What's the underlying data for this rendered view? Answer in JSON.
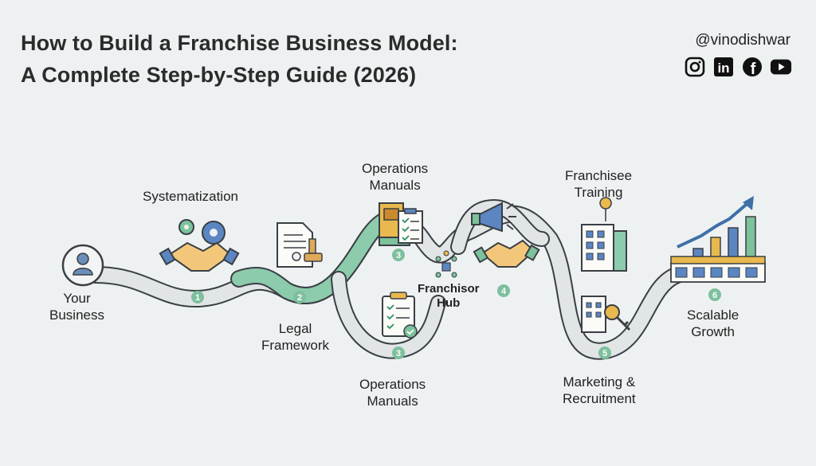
{
  "header": {
    "title_line1": "How to Build a Franchise Business Model:",
    "title_line2": "A Complete Step-by-Step Guide (2026)",
    "handle": "@vinodishwar"
  },
  "socials": [
    {
      "name": "instagram-icon"
    },
    {
      "name": "linkedin-icon",
      "text": "in"
    },
    {
      "name": "facebook-icon",
      "text": "f"
    },
    {
      "name": "youtube-icon"
    }
  ],
  "steps": {
    "your_business": [
      "Your",
      "Business"
    ],
    "systematization": "Systematization",
    "legal": [
      "Legal",
      "Framework"
    ],
    "ops_top": [
      "Operations",
      "Manuals"
    ],
    "ops_bottom": [
      "Operations",
      "Manuals"
    ],
    "hub": [
      "Franchisor",
      "Hub"
    ],
    "training": [
      "Franchisee",
      "Training"
    ],
    "marketing": [
      "Marketing &",
      "Recruitment"
    ],
    "growth": [
      "Scalable",
      "Growth"
    ]
  },
  "markers": [
    "1",
    "2",
    "3",
    "3",
    "4",
    "5",
    "6"
  ],
  "colors": {
    "road": "#dfe3e3",
    "road_edge": "#3a3f44",
    "road_accent": "#7fc4a3",
    "marker": "#7dbf9e",
    "bg": "#eef1f2"
  }
}
